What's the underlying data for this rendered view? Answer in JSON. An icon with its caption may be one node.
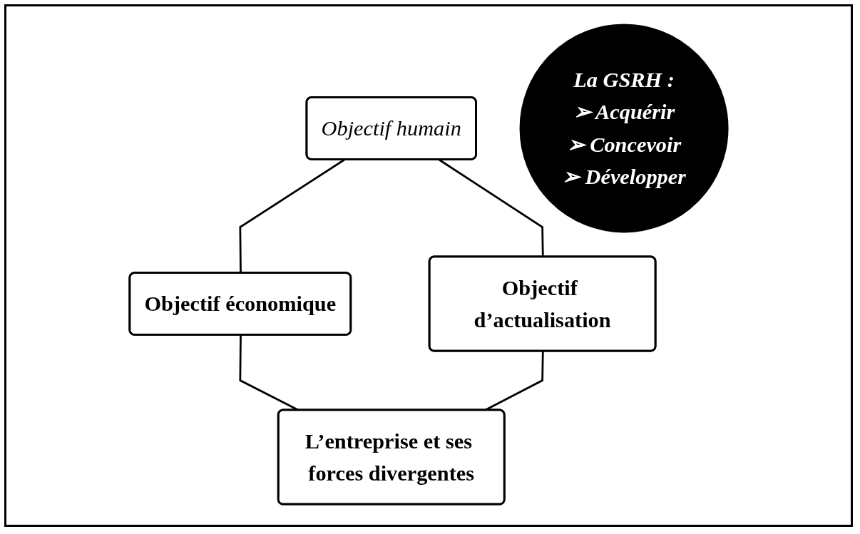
{
  "diagram": {
    "nodes": [
      {
        "text": [
          "Objectif humain"
        ]
      },
      {
        "text": [
          "Objectif économique"
        ]
      },
      {
        "text": [
          "La GSRH :",
          "➢ Acquérir",
          "➢ Concevoir",
          "➢ Développer"
        ]
      },
      {
        "text": [
          "Objectif d’actualisation"
        ]
      },
      {
        "text": [
          "L’entreprise et ses forces divergentes"
        ]
      }
    ],
    "edges": [
      {
        "from": 0,
        "to": 1,
        "arrow": "none"
      },
      {
        "from": 0,
        "to": 3,
        "arrow": "none"
      },
      {
        "from": 1,
        "to": 4,
        "arrow": "none"
      },
      {
        "from": 3,
        "to": 4,
        "arrow": "none"
      }
    ]
  }
}
